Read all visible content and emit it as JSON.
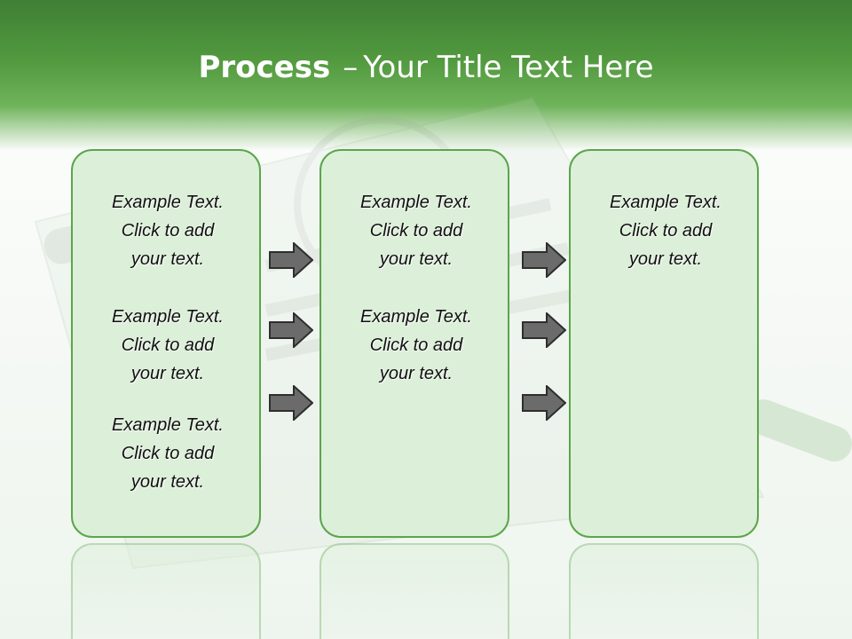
{
  "header": {
    "title_bold": "Process",
    "title_dash": "–",
    "title_rest": "Your Title Text Here"
  },
  "panels": [
    {
      "items": [
        {
          "line1": "Example Text.",
          "line2": "Click  to add",
          "line3": "your text."
        },
        {
          "line1": "Example Text.",
          "line2": "Click  to add",
          "line3": "your text."
        },
        {
          "line1": "Example Text.",
          "line2": "Click  to add",
          "line3": "your text."
        }
      ]
    },
    {
      "items": [
        {
          "line1": "Example Text.",
          "line2": "Click  to add",
          "line3": "your text."
        },
        {
          "line1": "Example Text.",
          "line2": "Click  to add",
          "line3": "your text."
        }
      ]
    },
    {
      "items": [
        {
          "line1": "Example Text.",
          "line2": "Click  to add",
          "line3": "your text."
        }
      ]
    }
  ],
  "colors": {
    "header_green": "#4e9440",
    "panel_fill": "#dcefd9",
    "panel_border": "#5aa64a",
    "arrow_fill": "#6b6b6b"
  },
  "icons": {
    "arrow": "right-arrow-icon"
  }
}
